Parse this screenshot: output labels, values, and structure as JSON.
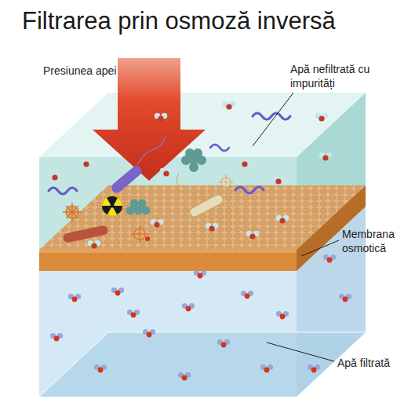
{
  "diagram": {
    "title": "Filtrarea prin osmoză inversă",
    "labels": [
      "Presiunea apei",
      "Apă nefiltrată cu impurități",
      "Membrana osmotică",
      "Apă filtrată"
    ]
  }
}
